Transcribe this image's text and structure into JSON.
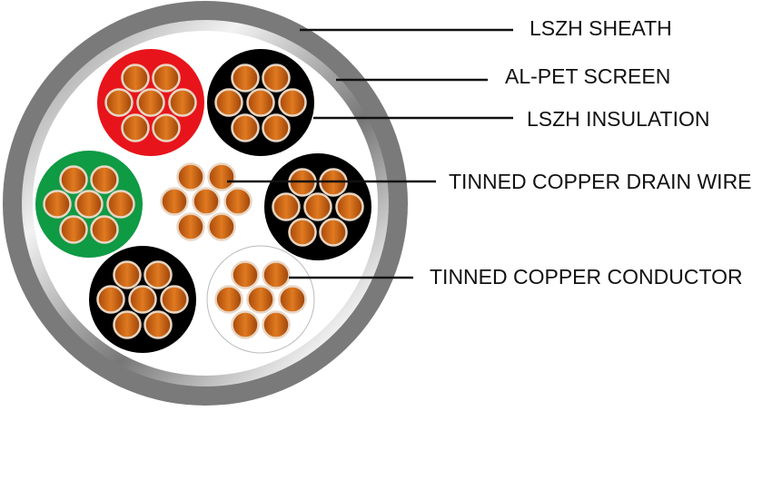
{
  "labels": {
    "sheath": "LSZH SHEATH",
    "screen": "AL-PET SCREEN",
    "insulation": "LSZH INSULATION",
    "drain": "TINNED COPPER DRAIN WIRE",
    "conductor": "TINNED COPPER CONDUCTOR"
  },
  "colors": {
    "sheath": "#7a7a7a",
    "screen": "#c8c8c8",
    "copper": "#c8620f",
    "red": "#e8141b",
    "black": "#000000",
    "green": "#0f9a44",
    "white": "#ffffff"
  },
  "cores": [
    {
      "name": "red-core",
      "color": "red"
    },
    {
      "name": "black-core-top",
      "color": "black"
    },
    {
      "name": "green-core",
      "color": "green"
    },
    {
      "name": "drain-wire",
      "color": "none"
    },
    {
      "name": "black-core-right",
      "color": "black"
    },
    {
      "name": "black-core-bottom",
      "color": "black"
    },
    {
      "name": "white-core",
      "color": "white"
    }
  ]
}
